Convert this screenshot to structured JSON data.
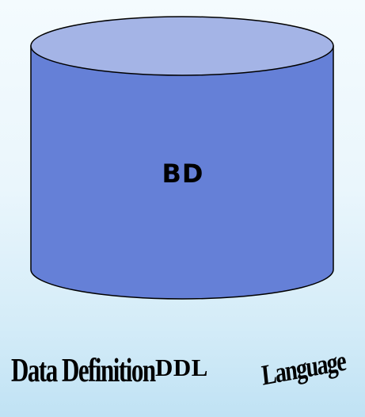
{
  "diagram": {
    "database": {
      "label": "BD",
      "top_color": "#a4b4e6",
      "body_color": "#6580d7",
      "outline_color": "#000000"
    },
    "abbreviation": "DDL",
    "expansion": {
      "left": "Data Definition",
      "right": "Language"
    }
  }
}
